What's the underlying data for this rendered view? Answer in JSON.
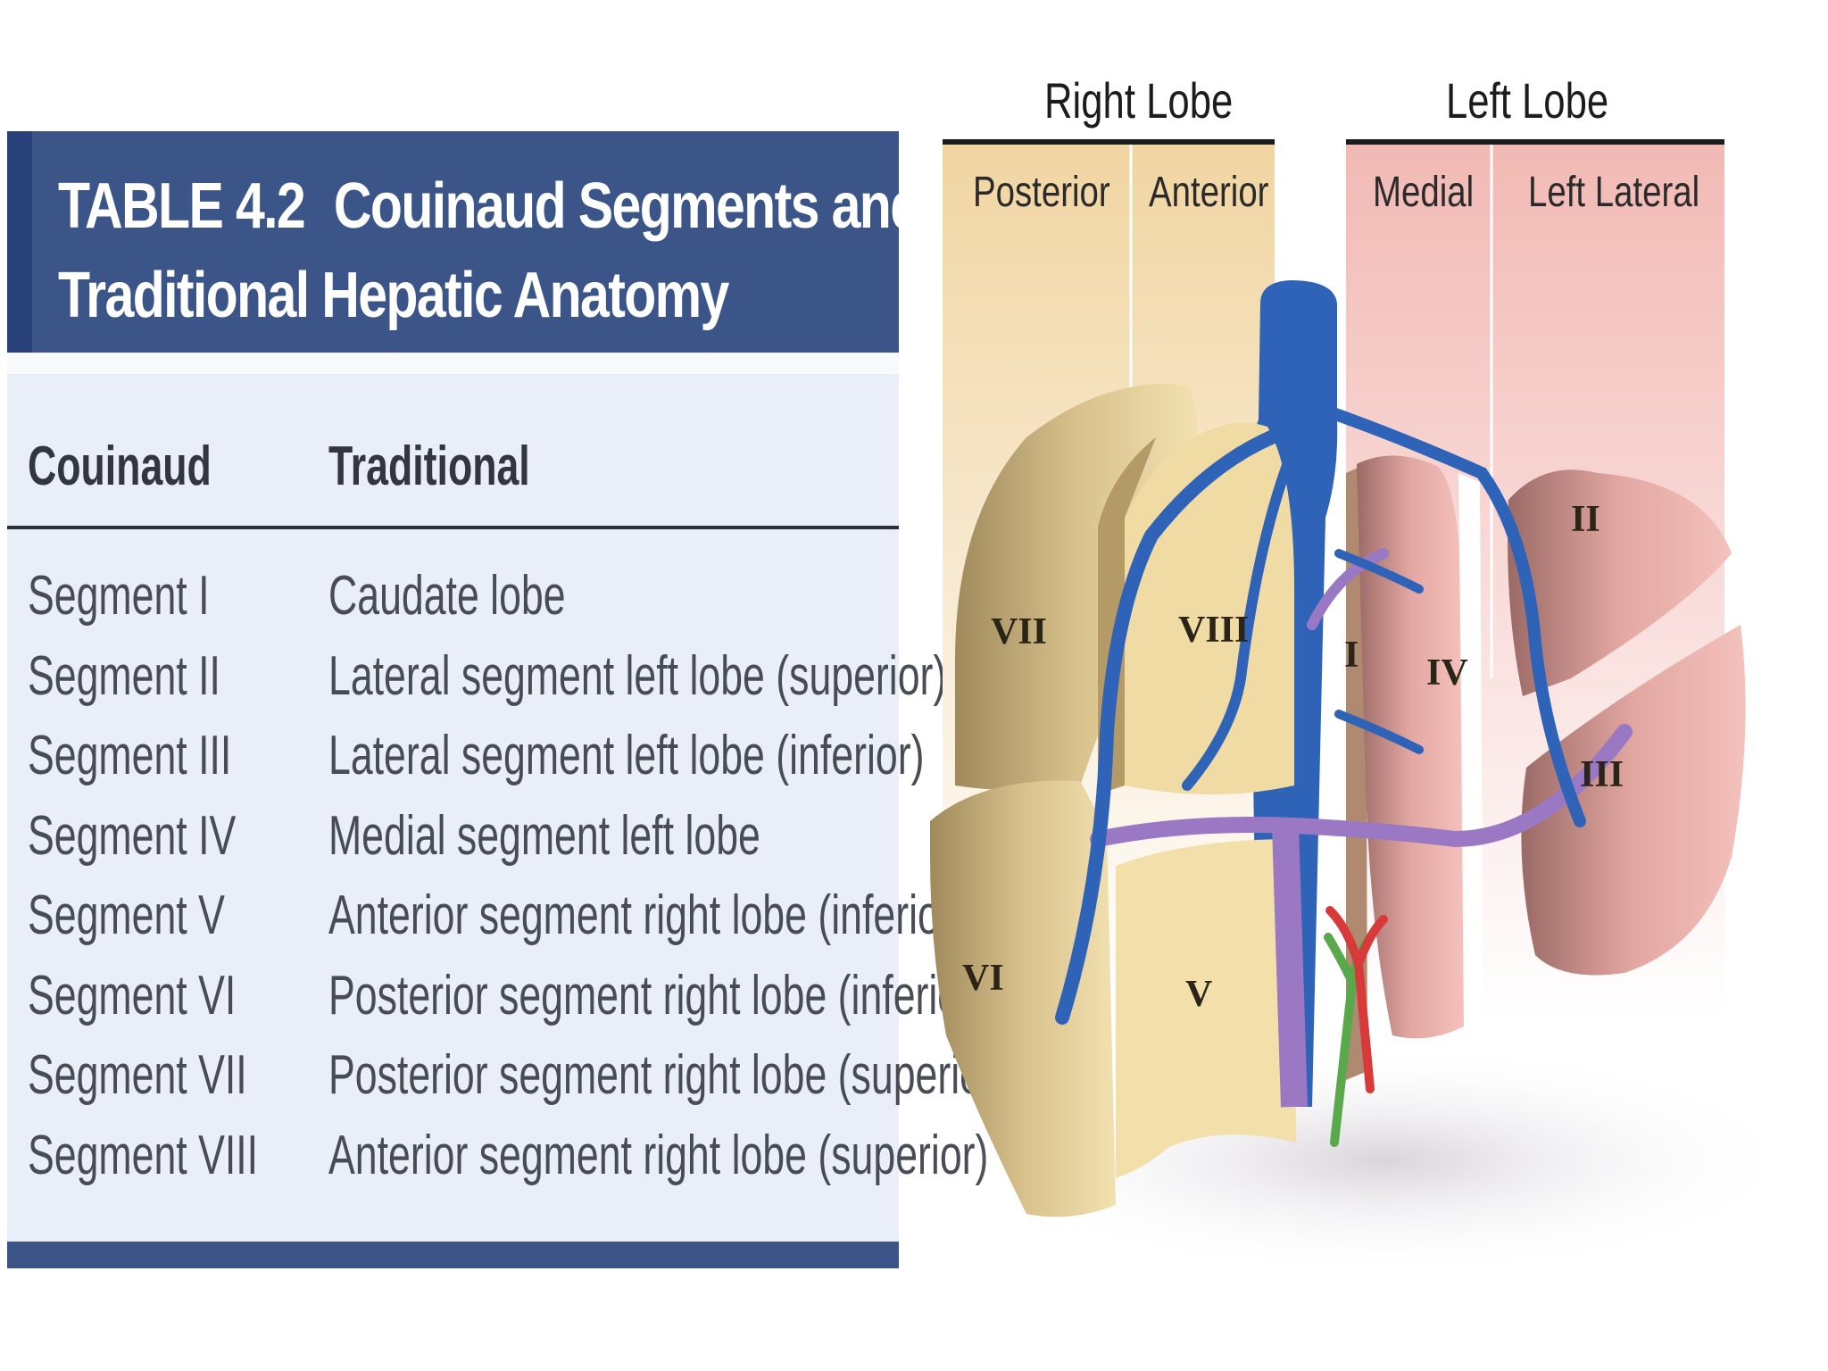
{
  "table": {
    "number": "TABLE 4.2",
    "title_line1": "Couinaud Segments and",
    "title_line2": "Traditional Hepatic Anatomy",
    "headers": [
      "Couinaud",
      "Traditional"
    ],
    "rows": [
      {
        "couinaud": "Segment I",
        "traditional": "Caudate lobe"
      },
      {
        "couinaud": "Segment II",
        "traditional": "Lateral segment left lobe (superior)"
      },
      {
        "couinaud": "Segment III",
        "traditional": "Lateral segment left lobe (inferior)"
      },
      {
        "couinaud": "Segment IV",
        "traditional": "Medial segment left lobe"
      },
      {
        "couinaud": "Segment V",
        "traditional": "Anterior segment right lobe (inferior)"
      },
      {
        "couinaud": "Segment VI",
        "traditional": "Posterior segment right lobe (inferior)"
      },
      {
        "couinaud": "Segment VII",
        "traditional": "Posterior segment right lobe (superior)"
      },
      {
        "couinaud": "Segment VIII",
        "traditional": "Anterior segment right lobe (superior)"
      }
    ],
    "colors": {
      "header": "#3c5589",
      "body": "#e9eef8"
    }
  },
  "diagram": {
    "lobes": [
      {
        "label": "Right Lobe",
        "sections": [
          "Posterior",
          "Anterior"
        ],
        "color": "#f1d5a2"
      },
      {
        "label": "Left Lobe",
        "sections": [
          "Medial",
          "Left Lateral"
        ],
        "color": "#f2b9b4"
      }
    ],
    "segments": [
      "I",
      "II",
      "III",
      "IV",
      "V",
      "VI",
      "VII",
      "VIII"
    ],
    "colors": {
      "hepatic_vein": "#2f63b8",
      "portal_vein": "#9a78c4",
      "artery": "#d83a3a",
      "bile_duct": "#5aa84c",
      "right_segments": "#efd9a0",
      "left_segments": "#eeaaa6"
    }
  }
}
